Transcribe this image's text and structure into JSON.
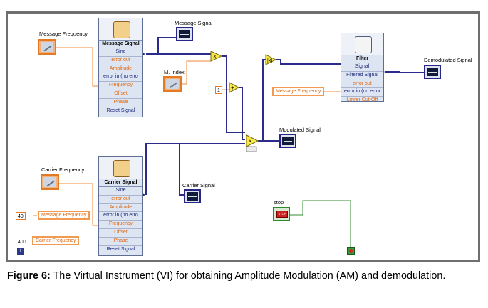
{
  "nodes": {
    "message_frequency_label": "Message Frequency",
    "message_signal_block": {
      "title": "Message Signal",
      "rows": [
        "Sine",
        "error out",
        "Amplitude",
        "error in (no erro",
        "Frequency",
        "Offset",
        "Phase",
        "Reset Signal"
      ]
    },
    "message_signal_graph_label": "Message Signal",
    "m_index_label": "M. Index",
    "constant_one": "1",
    "filter_block": {
      "title": "Filter",
      "rows": [
        "Signal",
        "Filtered Signal",
        "error out",
        "error in (no error",
        "Lower Cut-Off"
      ]
    },
    "filter_message_frequency": "Message Frequency",
    "demodulated_signal_label": "Demodulated Signal",
    "modulated_signal_label": "Modulated Signal",
    "carrier_frequency_label": "Carrier Frequency",
    "carrier_signal_block": {
      "title": "Carrier Signal",
      "rows": [
        "Sine",
        "error out",
        "Amplitude",
        "error in (no erro",
        "Frequency",
        "Offset",
        "Phase",
        "Reset Signal"
      ]
    },
    "carrier_signal_graph_label": "Carrier Signal",
    "const_40": "40",
    "const_40_text": "Message Frequency",
    "const_400": "400",
    "const_400_text": "Carrier Frequency",
    "info_icon": "i",
    "stop_label": "stop",
    "stop_button_text": "STOP"
  },
  "caption": {
    "prefix": "Figure 6:",
    "text": " The Virtual Instrument (VI) for obtaining Amplitude Modulation (AM) and demodulation."
  },
  "colors": {
    "wire_dynamic": "#2b2b8c",
    "wire_numeric": "#f08a3c",
    "wire_boolean": "#2f8f2f",
    "frame": "#6f6f6f"
  }
}
